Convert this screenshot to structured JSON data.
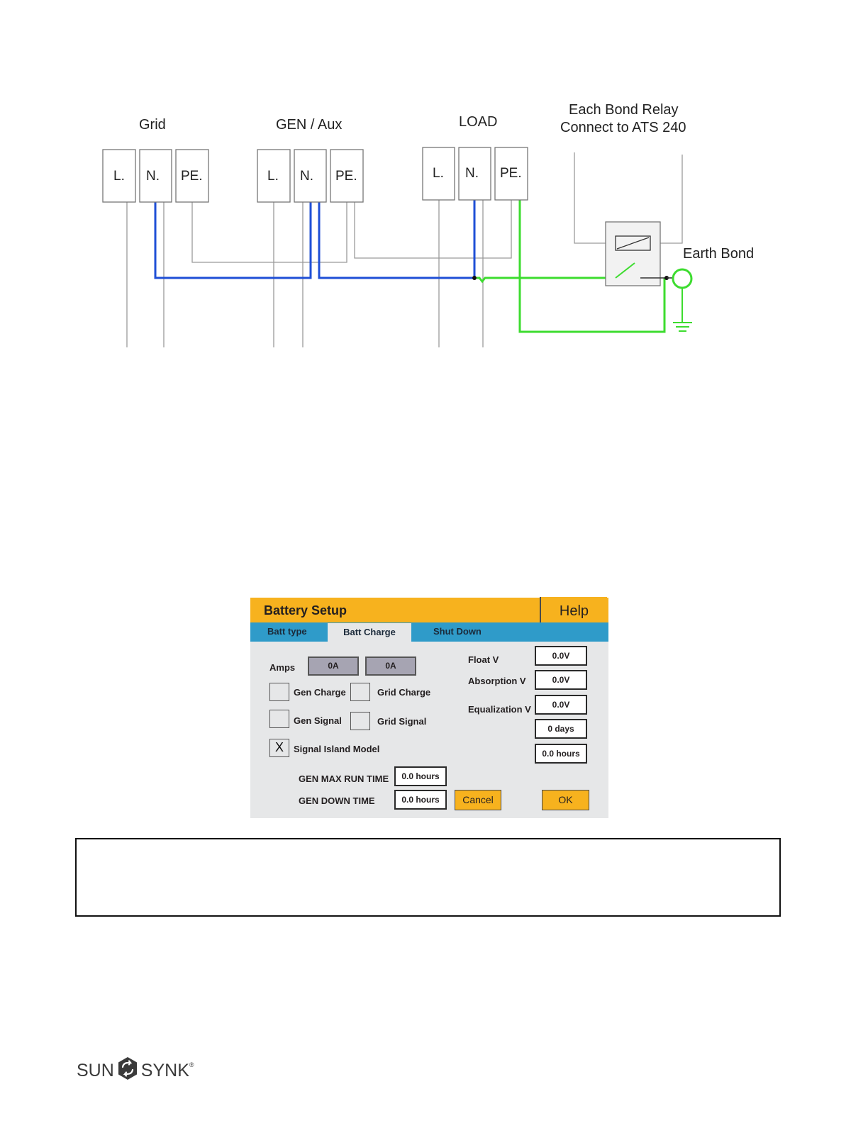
{
  "diagram": {
    "groups": [
      {
        "title": "Grid",
        "terminals": [
          "L.",
          "N.",
          "PE."
        ]
      },
      {
        "title": "GEN / Aux",
        "terminals": [
          "L.",
          "N.",
          "PE."
        ]
      },
      {
        "title": "LOAD",
        "terminals": [
          "L.",
          "N.",
          "PE."
        ]
      }
    ],
    "relay_title_line1": "Each Bond Relay",
    "relay_title_line2": "Connect to ATS 240",
    "earth_bond_label": "Earth Bond",
    "colors": {
      "neutral": "#1f4fd6",
      "earth": "#3ddc2f",
      "line": "#9a9a9a"
    }
  },
  "battery_setup": {
    "title": "Battery Setup",
    "help": "Help",
    "tabs": {
      "batt_type": "Batt type",
      "batt_charge": "Batt Charge",
      "shut_down": "Shut Down"
    },
    "amps_label": "Amps",
    "amps_values": [
      "0A",
      "0A"
    ],
    "checks": {
      "gen_charge": {
        "label": "Gen Charge",
        "mark": ""
      },
      "grid_charge": {
        "label": "Grid Charge",
        "mark": ""
      },
      "gen_signal": {
        "label": "Gen Signal",
        "mark": ""
      },
      "grid_signal": {
        "label": "Grid Signal",
        "mark": ""
      },
      "signal_island": {
        "label": "Signal Island Model",
        "mark": "X"
      }
    },
    "float_v_label": "Float V",
    "float_v": "0.0V",
    "absorption_v_label": "Absorption V",
    "absorption_v": "0.0V",
    "equalization_v_label": "Equalization V",
    "equalization_v": "0.0V",
    "equalization_days": "0 days",
    "equalization_hours": "0.0 hours",
    "gen_max_run_time_label": "GEN MAX RUN TIME",
    "gen_max_run_time": "0.0 hours",
    "gen_down_time_label": "GEN DOWN TIME",
    "gen_down_time": "0.0 hours",
    "cancel": "Cancel",
    "ok": "OK",
    "colors": {
      "titlebar": "#f7b21e",
      "tabbar": "#2f9bc9",
      "panel": "#e6e7e8"
    }
  },
  "footer": {
    "logo_left": "SUN",
    "logo_right": "SYNK",
    "logo_mark": "sunsynk-arrows-icon",
    "registered": "®"
  }
}
